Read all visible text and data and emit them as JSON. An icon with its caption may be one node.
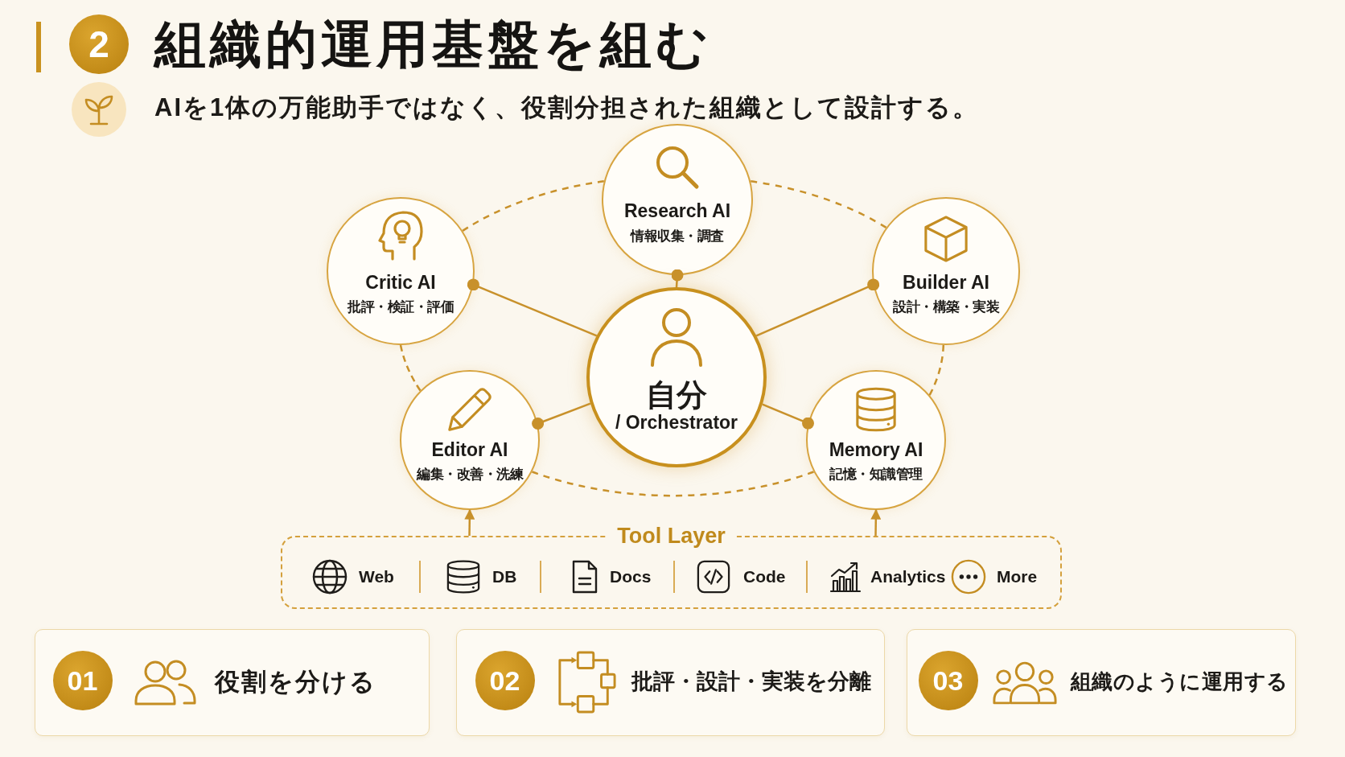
{
  "diagram": {
    "title": "組織的運用基盤を組む",
    "nodes": [
      {
        "text": [
          "2"
        ]
      },
      {
        "text": [
          "Research AI",
          "情報収集・調査"
        ]
      },
      {
        "text": [
          "Critic AI",
          "批評・検証・評価"
        ]
      },
      {
        "text": [
          "Builder AI",
          "設計・構築・実装"
        ]
      },
      {
        "text": [
          "自分",
          "/ Orchestrator"
        ]
      },
      {
        "text": [
          "Editor AI",
          "編集・改善・洗練"
        ]
      },
      {
        "text": [
          "Memory AI",
          "記憶・知識管理"
        ]
      },
      {
        "text": [
          "Tool Layer",
          "Web",
          "DB",
          "Docs",
          "Code",
          "Analytics",
          "More"
        ]
      },
      {
        "text": [
          "役割を分ける"
        ]
      },
      {
        "text": [
          "01"
        ],
        "in": 8
      },
      {
        "text": [
          "批評・設計・実装を分離"
        ]
      },
      {
        "text": [
          "02"
        ],
        "in": 10
      },
      {
        "text": [
          "組織のように運用する"
        ]
      },
      {
        "text": [
          "03"
        ],
        "in": 12
      }
    ],
    "edges": [
      {
        "from": 4,
        "to": 1,
        "arrow": "other"
      },
      {
        "from": 4,
        "to": 2,
        "arrow": "other"
      },
      {
        "from": 4,
        "to": 3,
        "arrow": "other"
      },
      {
        "from": 4,
        "to": 5,
        "arrow": "other"
      },
      {
        "from": 4,
        "to": 6,
        "arrow": "other"
      },
      {
        "from": 2,
        "to": 1,
        "arrow": "none",
        "style": "dashed"
      },
      {
        "from": 1,
        "to": 3,
        "arrow": "none",
        "style": "dashed"
      },
      {
        "from": 3,
        "to": 6,
        "arrow": "none",
        "style": "dashed"
      },
      {
        "from": 6,
        "to": 5,
        "arrow": "none",
        "style": "dashed"
      },
      {
        "from": 5,
        "to": 2,
        "arrow": "none",
        "style": "dashed"
      },
      {
        "from": 7,
        "to": 5,
        "arrow": "to"
      },
      {
        "from": 7,
        "to": 6,
        "arrow": "to"
      }
    ],
    "labels": [
      "AIを1体の万能助手ではなく、役割分担された組織として設計する。"
    ]
  }
}
